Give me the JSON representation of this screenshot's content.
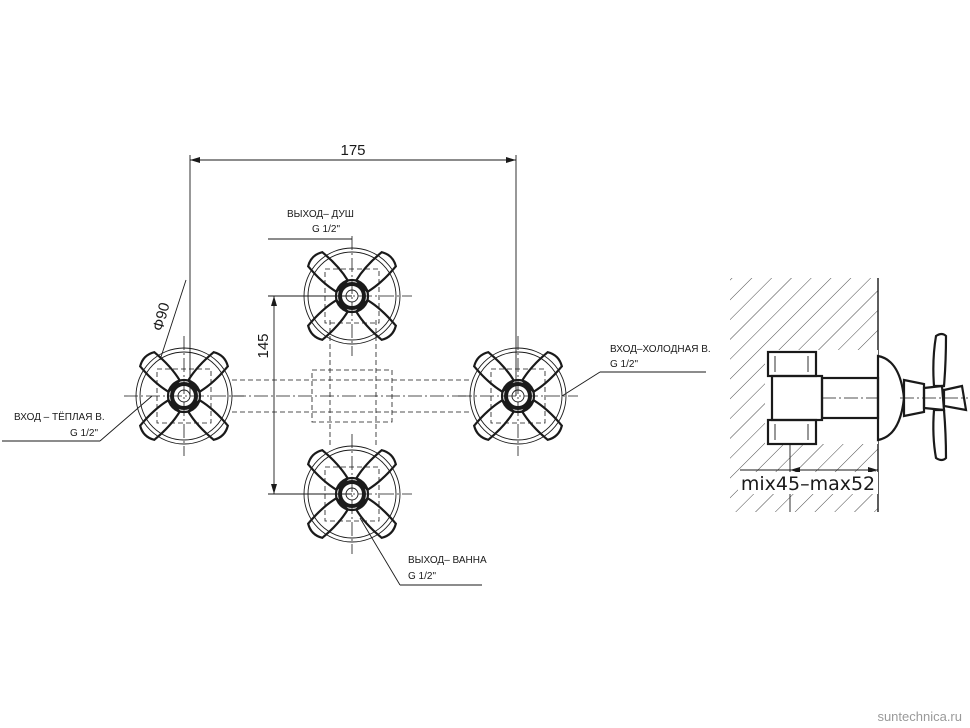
{
  "dimensions": {
    "width_175": "175",
    "height_145": "145",
    "diameter_90": "Φ90",
    "depth": "mix45–max52"
  },
  "labels": {
    "shower_out_title": "ВЫХОД– ДУШ",
    "shower_out_thread": "G 1/2\"",
    "warm_in_title": "ВХОД – ТЁПЛАЯ В.",
    "warm_in_thread": "G 1/2\"",
    "cold_in_title": "ВХОД–ХОЛОДНАЯ В.",
    "cold_in_thread": "G 1/2\"",
    "bath_out_title": "ВЫХОД– ВАННА",
    "bath_out_thread": "G 1/2\""
  },
  "watermark": "suntechnica.ru"
}
